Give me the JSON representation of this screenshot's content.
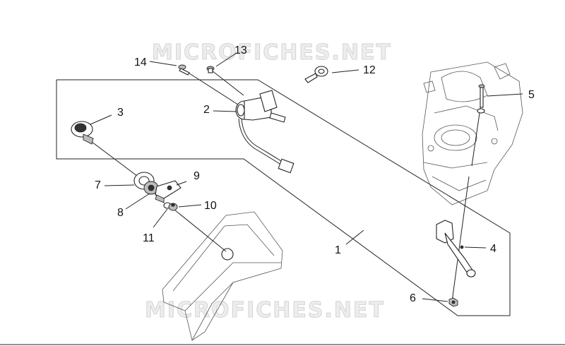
{
  "watermark": {
    "text": "MICROFICHES.NET"
  },
  "callouts": [
    {
      "id": "1",
      "label": "1"
    },
    {
      "id": "2",
      "label": "2"
    },
    {
      "id": "3",
      "label": "3"
    },
    {
      "id": "4",
      "label": "4"
    },
    {
      "id": "5",
      "label": "5"
    },
    {
      "id": "6",
      "label": "6"
    },
    {
      "id": "7",
      "label": "7"
    },
    {
      "id": "8",
      "label": "8"
    },
    {
      "id": "9",
      "label": "9"
    },
    {
      "id": "10",
      "label": "10"
    },
    {
      "id": "11",
      "label": "11"
    },
    {
      "id": "12",
      "label": "12"
    },
    {
      "id": "13",
      "label": "13"
    },
    {
      "id": "14",
      "label": "14"
    }
  ],
  "colors": {
    "background": "#ffffff",
    "linework": "#222222",
    "watermark": "#d4d4d4"
  }
}
